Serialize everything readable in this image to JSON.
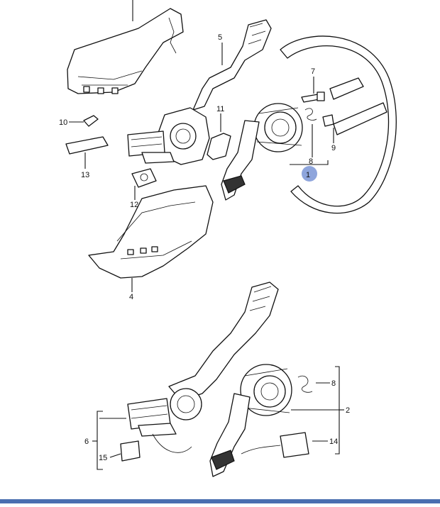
{
  "diagram": {
    "callouts": {
      "c1": "1",
      "c2": "2",
      "c4": "4",
      "c5": "5",
      "c6": "6",
      "c7": "7",
      "c8a": "8",
      "c8b": "8",
      "c9": "9",
      "c10": "10",
      "c11": "11",
      "c12": "12",
      "c13": "13",
      "c14": "14",
      "c15": "15"
    },
    "colors": {
      "ink": "#111111",
      "highlight": "#7a95d6",
      "bar": "#4a6fb0"
    }
  }
}
